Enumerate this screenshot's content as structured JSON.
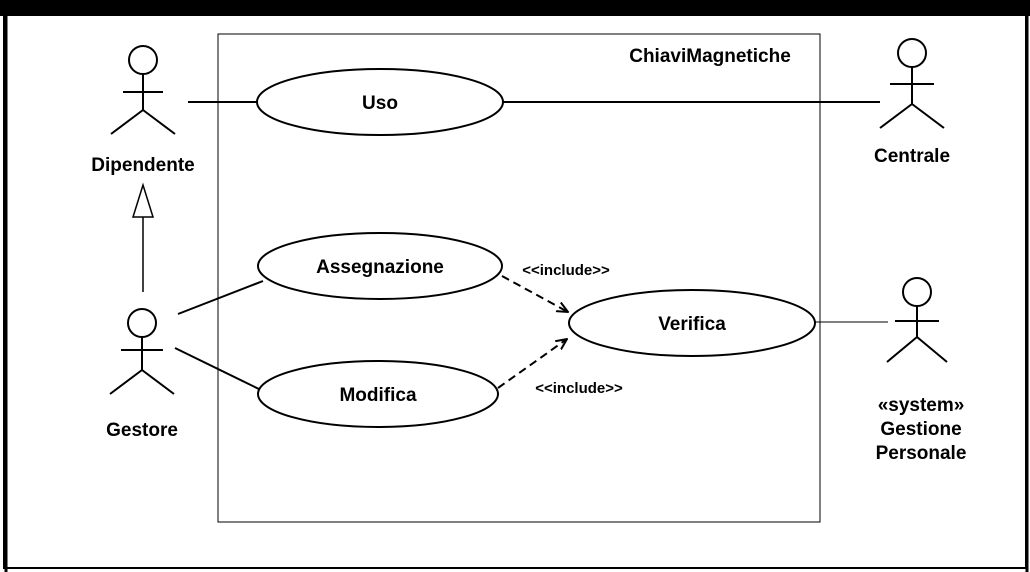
{
  "system": {
    "name": "ChiaviMagnetiche"
  },
  "actors": {
    "dipendente": {
      "label": "Dipendente"
    },
    "gestore": {
      "label": "Gestore"
    },
    "centrale": {
      "label": "Centrale"
    },
    "gestione_personale": {
      "stereotype": "«system»",
      "line1": "Gestione",
      "line2": "Personale"
    }
  },
  "use_cases": {
    "uso": "Uso",
    "assegnazione": "Assegnazione",
    "modifica": "Modifica",
    "verifica": "Verifica"
  },
  "relations": {
    "include_top": "<<include>>",
    "include_bottom": "<<include>>"
  }
}
